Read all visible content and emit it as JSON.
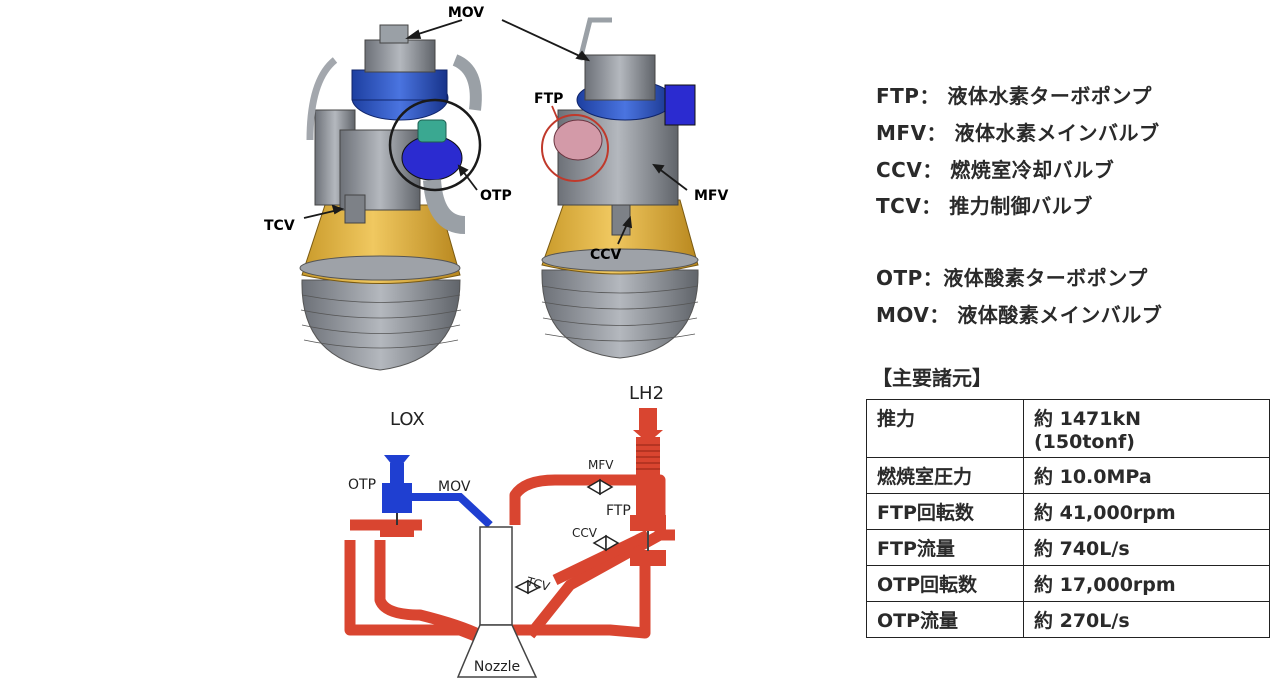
{
  "engine_labels": {
    "mov": "MOV",
    "otp": "OTP",
    "tcv": "TCV",
    "ftp": "FTP",
    "mfv": "MFV",
    "ccv": "CCV"
  },
  "flow_labels": {
    "lox": "LOX",
    "lh2": "LH2",
    "otp": "OTP",
    "mov": "MOV",
    "mfv": "MFV",
    "ftp": "FTP",
    "ccv": "CCV",
    "tcv": "TCV",
    "nozzle": "Nozzle"
  },
  "legend": [
    "FTP： 液体水素ターボポンプ",
    "MFV： 液体水素メインバルブ",
    "CCV： 燃焼室冷却バルブ",
    "TCV： 推力制御バルブ",
    "OTP：液体酸素ターボポンプ",
    "MOV： 液体酸素メインバルブ"
  ],
  "spec_heading": "【主要諸元】",
  "spec_rows": [
    {
      "key": "推力",
      "value_line1": "約 1471kN",
      "value_line2": "(150tonf)"
    },
    {
      "key": "燃焼室圧力",
      "value_line1": "約 10.0MPa"
    },
    {
      "key": "FTP回転数",
      "value_line1": "約 41,000rpm"
    },
    {
      "key": "FTP流量",
      "value_line1": "約 740L/s"
    },
    {
      "key": "OTP回転数",
      "value_line1": "約 17,000rpm"
    },
    {
      "key": "OTP流量",
      "value_line1": "約 270L/s"
    }
  ],
  "colors": {
    "lox_blue": "#1f3fd1",
    "lh2_red": "#d94530",
    "nozzle_gold": "#e6b43c",
    "metal_gray": "#8a8e94",
    "ring_red": "#c0392b"
  }
}
